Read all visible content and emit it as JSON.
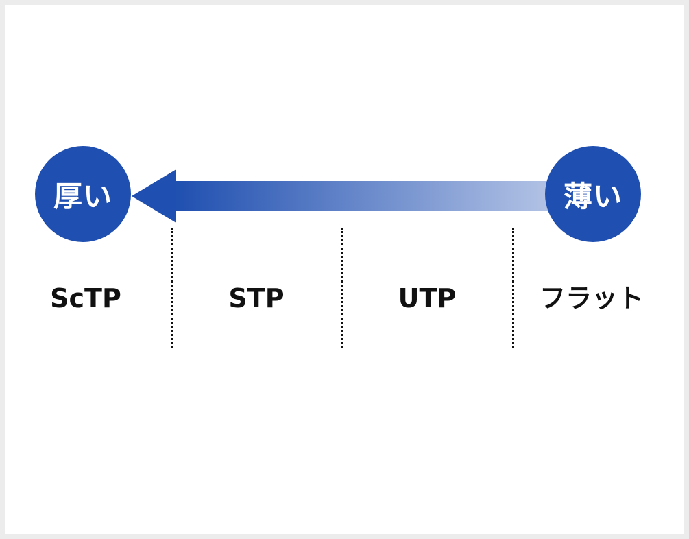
{
  "colors": {
    "circle_fill": "#1f4fb0",
    "arrow_start": "#1f4fb0",
    "arrow_end": "#b3c3e5",
    "label_text": "#111111",
    "circle_text": "#ffffff"
  },
  "endpoints": {
    "left": "厚い",
    "right": "薄い"
  },
  "categories": [
    {
      "label": "ScTP"
    },
    {
      "label": "STP"
    },
    {
      "label": "UTP"
    },
    {
      "label": "フラット"
    }
  ]
}
